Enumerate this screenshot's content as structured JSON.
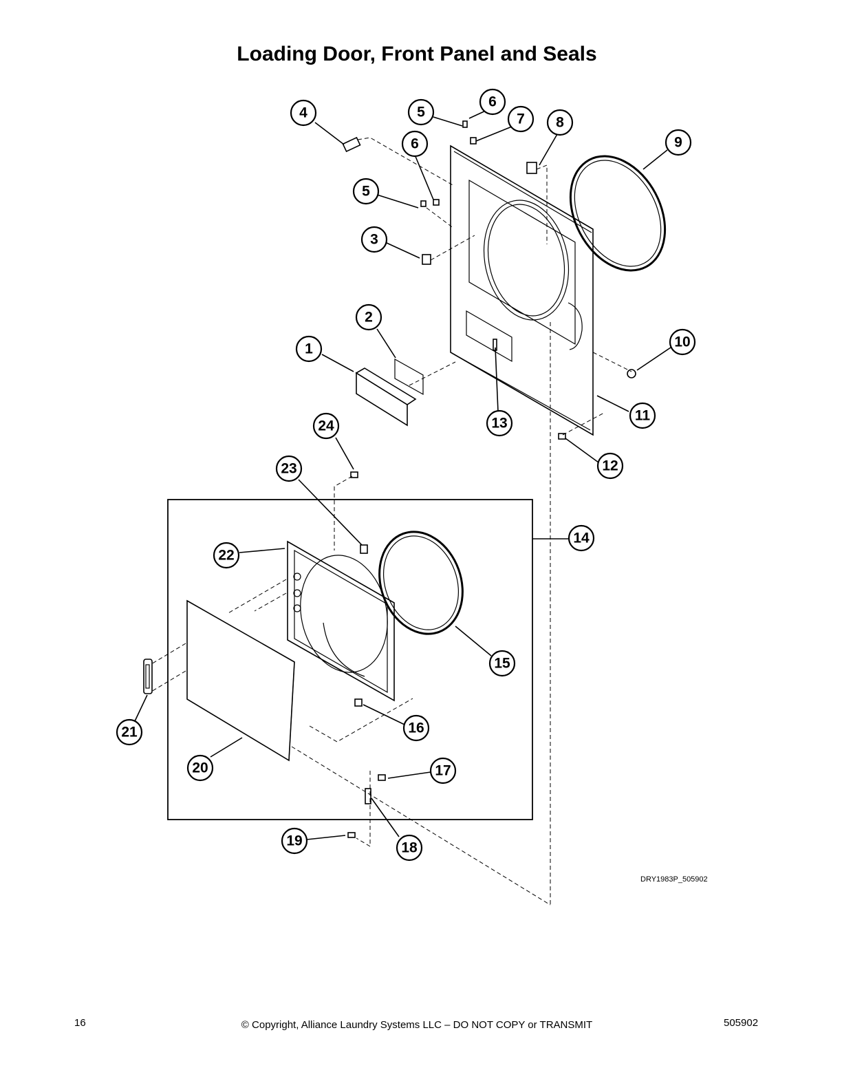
{
  "page": {
    "title": "Loading Door, Front Panel and Seals",
    "drawing_ref": "DRY1983P_505902",
    "footer": {
      "page_number": "16",
      "copyright": "© Copyright, Alliance Laundry Systems LLC – DO NOT COPY or TRANSMIT",
      "doc_number": "505902"
    }
  },
  "callouts": [
    {
      "key": "c1",
      "label": "1"
    },
    {
      "key": "c2",
      "label": "2"
    },
    {
      "key": "c3",
      "label": "3"
    },
    {
      "key": "c4",
      "label": "4"
    },
    {
      "key": "c5a",
      "label": "5"
    },
    {
      "key": "c5b",
      "label": "5"
    },
    {
      "key": "c6a",
      "label": "6"
    },
    {
      "key": "c6b",
      "label": "6"
    },
    {
      "key": "c7",
      "label": "7"
    },
    {
      "key": "c8",
      "label": "8"
    },
    {
      "key": "c9",
      "label": "9"
    },
    {
      "key": "c10",
      "label": "10"
    },
    {
      "key": "c11",
      "label": "11"
    },
    {
      "key": "c12",
      "label": "12"
    },
    {
      "key": "c13",
      "label": "13"
    },
    {
      "key": "c14",
      "label": "14"
    },
    {
      "key": "c15",
      "label": "15"
    },
    {
      "key": "c16",
      "label": "16"
    },
    {
      "key": "c17",
      "label": "17"
    },
    {
      "key": "c18",
      "label": "18"
    },
    {
      "key": "c19",
      "label": "19"
    },
    {
      "key": "c20",
      "label": "20"
    },
    {
      "key": "c21",
      "label": "21"
    },
    {
      "key": "c22",
      "label": "22"
    },
    {
      "key": "c23",
      "label": "23"
    },
    {
      "key": "c24",
      "label": "24"
    }
  ]
}
